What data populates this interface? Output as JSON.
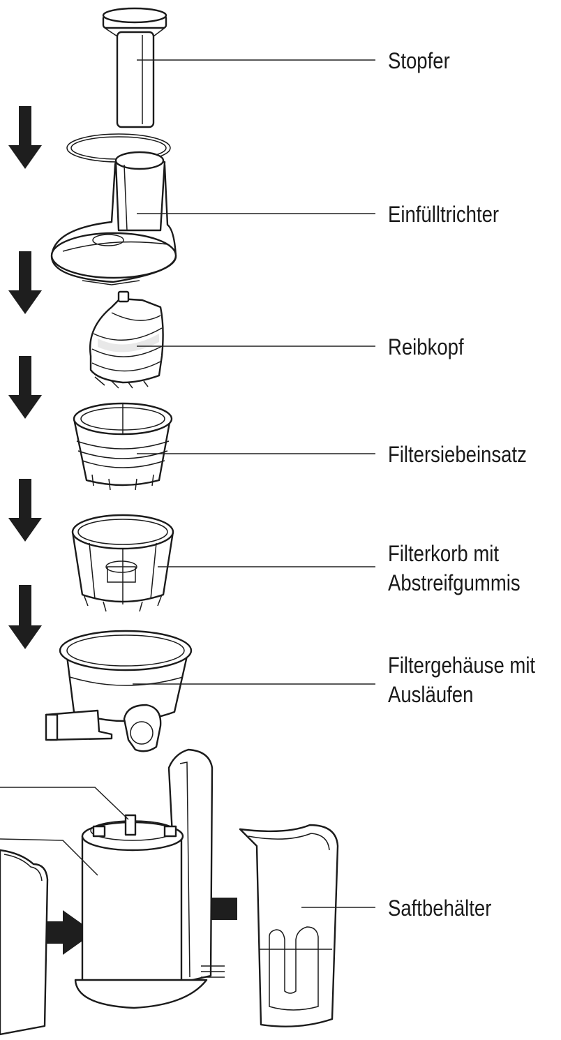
{
  "colors": {
    "line": "#1b1b1b",
    "arrow": "#1e1e1e",
    "text": "#1a1a1a",
    "background": "#ffffff"
  },
  "labels": {
    "stopfer": "Stopfer",
    "einfulltrichter": "Einfülltrichter",
    "reibkopf": "Reibkopf",
    "filtersiebeinsatz": "Filtersiebeinsatz",
    "filterkorb_1": "Filterkorb mit",
    "filterkorb_2": "Abstreifgummis",
    "filtergehause_1": "Filtergehäuse mit",
    "filtergehause_2": "Ausläufen",
    "saftbehalter": "Saftbehälter"
  }
}
